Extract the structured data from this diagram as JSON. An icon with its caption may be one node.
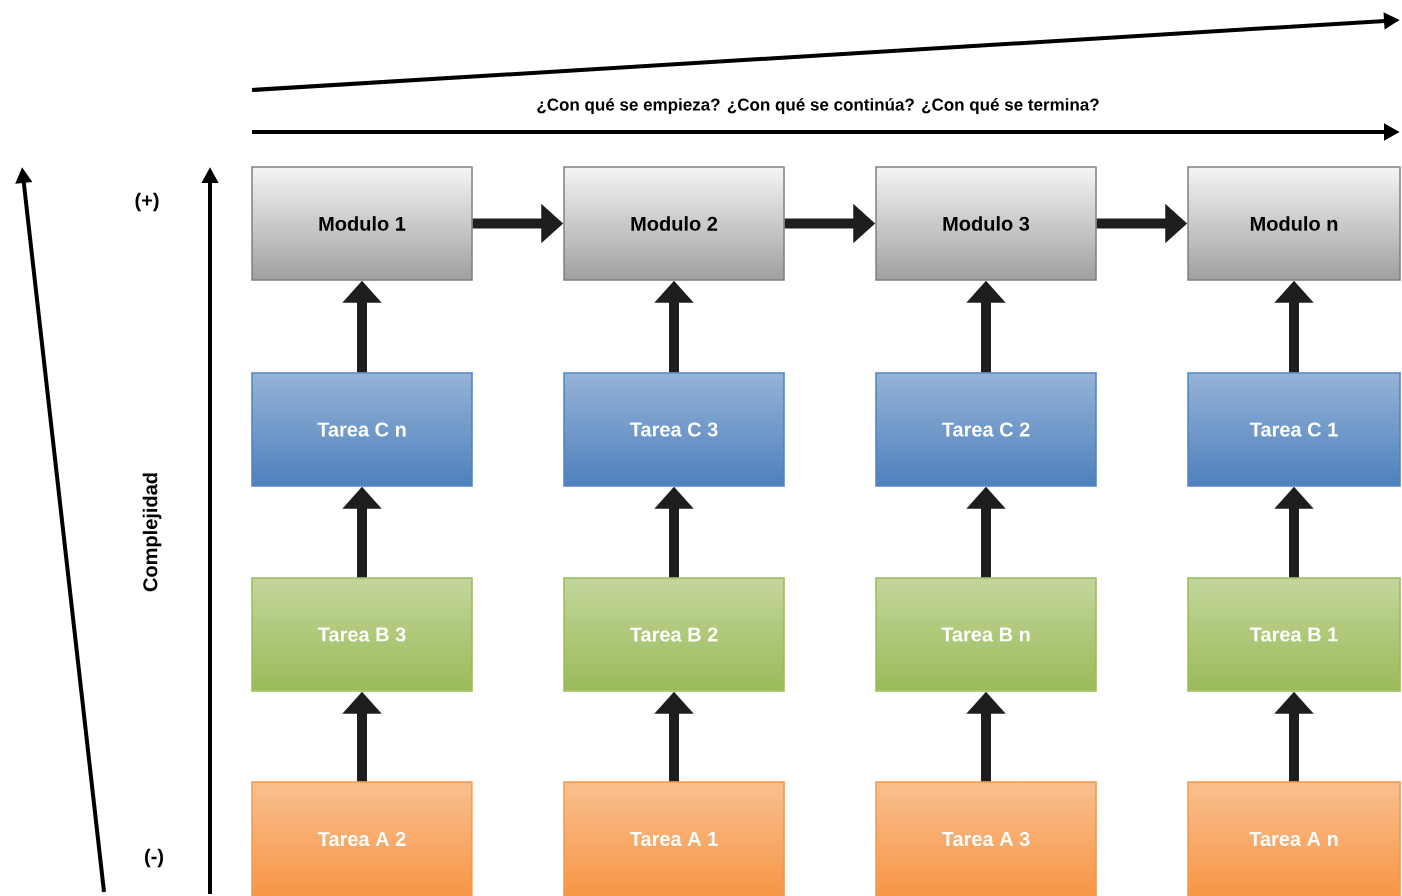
{
  "diagram": {
    "nodes": [
      {
        "text": [
          "Modulo 1"
        ]
      },
      {
        "text": [
          "Modulo 2"
        ]
      },
      {
        "text": [
          "Modulo 3"
        ]
      },
      {
        "text": [
          "Modulo n"
        ]
      },
      {
        "text": [
          "Tarea C n"
        ]
      },
      {
        "text": [
          "Tarea C 3"
        ]
      },
      {
        "text": [
          "Tarea C 2"
        ]
      },
      {
        "text": [
          "Tarea C 1"
        ]
      },
      {
        "text": [
          "Tarea B 3"
        ]
      },
      {
        "text": [
          "Tarea B 2"
        ]
      },
      {
        "text": [
          "Tarea B n"
        ]
      },
      {
        "text": [
          "Tarea B 1"
        ]
      },
      {
        "text": [
          "Tarea A 2"
        ]
      },
      {
        "text": [
          "Tarea A 1"
        ]
      },
      {
        "text": [
          "Tarea A 3"
        ]
      },
      {
        "text": [
          "Tarea A n"
        ]
      }
    ],
    "edges": [
      {
        "from": 0,
        "to": 1,
        "arrow": "to"
      },
      {
        "from": 1,
        "to": 2,
        "arrow": "to"
      },
      {
        "from": 2,
        "to": 3,
        "arrow": "to"
      },
      {
        "from": 4,
        "to": 0,
        "arrow": "to"
      },
      {
        "from": 5,
        "to": 1,
        "arrow": "to"
      },
      {
        "from": 6,
        "to": 2,
        "arrow": "to"
      },
      {
        "from": 7,
        "to": 3,
        "arrow": "to"
      },
      {
        "from": 8,
        "to": 4,
        "arrow": "to"
      },
      {
        "from": 9,
        "to": 5,
        "arrow": "to"
      },
      {
        "from": 10,
        "to": 6,
        "arrow": "to"
      },
      {
        "from": 11,
        "to": 7,
        "arrow": "to"
      },
      {
        "from": 12,
        "to": 8,
        "arrow": "to"
      },
      {
        "from": 13,
        "to": 9,
        "arrow": "to"
      },
      {
        "from": 14,
        "to": 10,
        "arrow": "to"
      },
      {
        "from": 15,
        "to": 11,
        "arrow": "to"
      }
    ],
    "labels": [
      "¿Con qué se empieza? ¿Con qué se continúa? ¿Con qué se termina?",
      "(+)",
      "(-)",
      "Complejidad"
    ]
  }
}
